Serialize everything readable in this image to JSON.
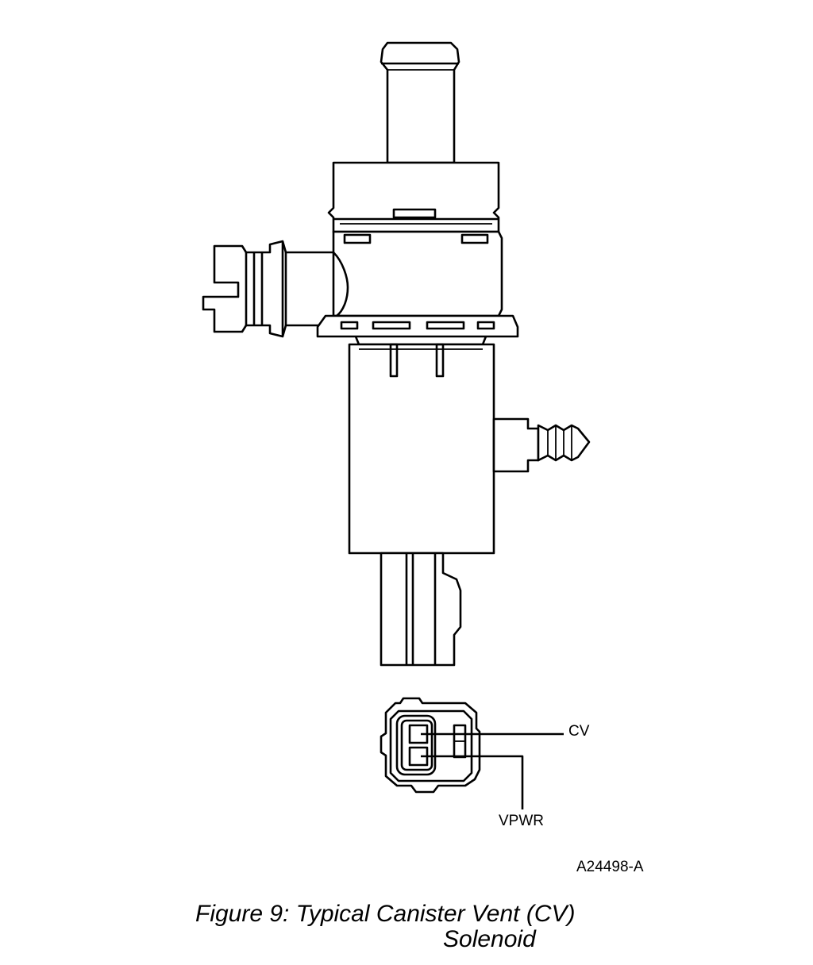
{
  "labels": {
    "cv": "CV",
    "vpwr": "VPWR",
    "reference": "A24498-A"
  },
  "caption": {
    "line1": "Figure 9: Typical Canister Vent (CV)",
    "line2": "Solenoid"
  },
  "colors": {
    "line": "#000000",
    "background": "#ffffff"
  }
}
